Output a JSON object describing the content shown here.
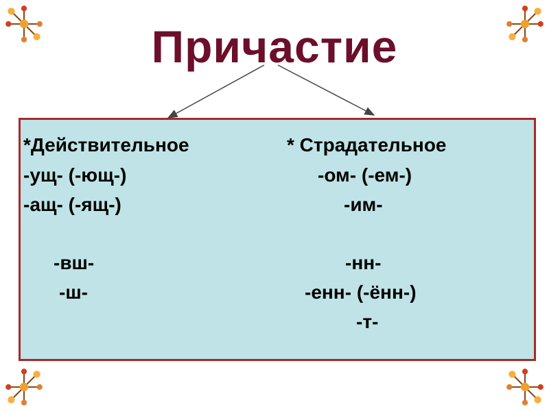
{
  "title": "Причастие",
  "left_column": {
    "heading": "*Действительное",
    "lines": [
      "-ущ- (-ющ-)",
      "-ащ- (-ящ-)",
      "-вш-",
      "-ш-"
    ]
  },
  "right_column": {
    "heading": "* Страдательное",
    "lines": [
      "-ом- (-ем-)",
      "-им-",
      "-нн-",
      "-енн- (-ённ-)",
      "-т-"
    ]
  },
  "colors": {
    "title": "#6b0f2a",
    "box_fill": "#bfe3e6",
    "box_border": "#a52a2a",
    "arrow": "#444444"
  },
  "decor_icon": "floral-ornament-icon"
}
